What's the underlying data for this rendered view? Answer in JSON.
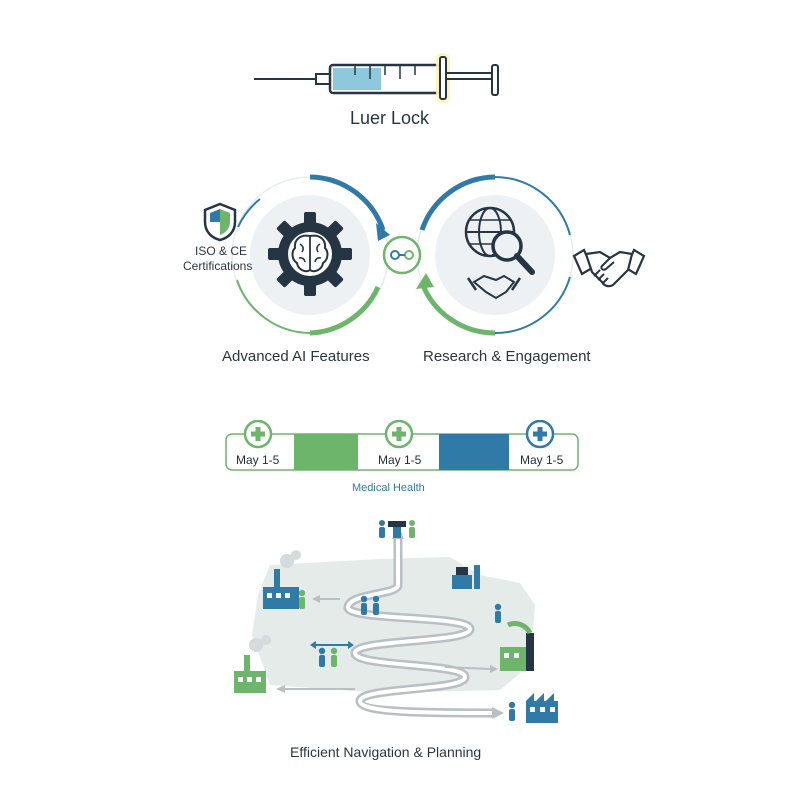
{
  "syringe": {
    "label": "Luer Lock"
  },
  "cycle": {
    "certification_label_line1": "ISO & CE",
    "certification_label_line2": "Certifications",
    "left_caption": "Advanced AI Features",
    "right_caption": "Research & Engagement"
  },
  "timeline": {
    "items": [
      {
        "date": "May 1-5"
      },
      {
        "date": "May 1-5"
      },
      {
        "date": "May 1-5"
      }
    ],
    "caption": "Medical Health"
  },
  "navigation": {
    "caption": "Efficient Navigation & Planning"
  },
  "colors": {
    "blue": "#2f7aa6",
    "green": "#6cb56b",
    "dark": "#263544",
    "light_gray": "#e9eef0"
  }
}
